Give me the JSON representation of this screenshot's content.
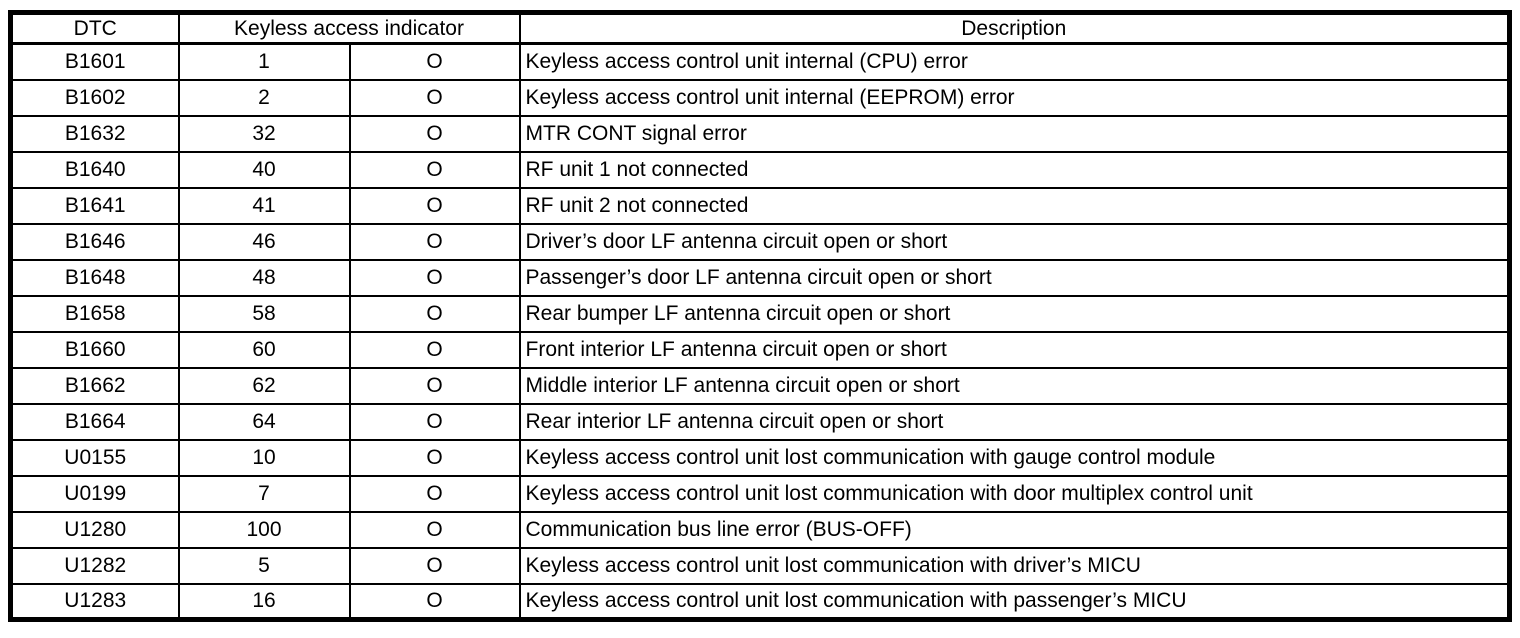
{
  "table": {
    "headers": {
      "dtc": "DTC",
      "indicator": "Keyless access indicator",
      "description": "Description"
    },
    "rows": [
      {
        "dtc": "B1601",
        "indicator": "1",
        "mark": "O",
        "description": "Keyless access control unit internal (CPU) error"
      },
      {
        "dtc": "B1602",
        "indicator": "2",
        "mark": "O",
        "description": "Keyless access control unit internal (EEPROM) error"
      },
      {
        "dtc": "B1632",
        "indicator": "32",
        "mark": "O",
        "description": "MTR CONT signal error"
      },
      {
        "dtc": "B1640",
        "indicator": "40",
        "mark": "O",
        "description": "RF unit 1 not connected"
      },
      {
        "dtc": "B1641",
        "indicator": "41",
        "mark": "O",
        "description": "RF unit 2 not connected"
      },
      {
        "dtc": "B1646",
        "indicator": "46",
        "mark": "O",
        "description": "Driver’s door LF antenna circuit open or short"
      },
      {
        "dtc": "B1648",
        "indicator": "48",
        "mark": "O",
        "description": "Passenger’s door LF antenna circuit open or short"
      },
      {
        "dtc": "B1658",
        "indicator": "58",
        "mark": "O",
        "description": "Rear bumper LF antenna circuit open or short"
      },
      {
        "dtc": "B1660",
        "indicator": "60",
        "mark": "O",
        "description": "Front interior LF antenna circuit open or short"
      },
      {
        "dtc": "B1662",
        "indicator": "62",
        "mark": "O",
        "description": "Middle interior LF antenna circuit open or short"
      },
      {
        "dtc": "B1664",
        "indicator": "64",
        "mark": "O",
        "description": "Rear interior LF antenna circuit open or short"
      },
      {
        "dtc": "U0155",
        "indicator": "10",
        "mark": "O",
        "description": "Keyless access control unit lost communication with gauge control module"
      },
      {
        "dtc": "U0199",
        "indicator": "7",
        "mark": "O",
        "description": "Keyless access control unit lost communication with door multiplex control unit"
      },
      {
        "dtc": "U1280",
        "indicator": "100",
        "mark": "O",
        "description": "Communication bus line error (BUS-OFF)"
      },
      {
        "dtc": "U1282",
        "indicator": "5",
        "mark": "O",
        "description": "Keyless access control unit lost communication with driver’s MICU"
      },
      {
        "dtc": "U1283",
        "indicator": "16",
        "mark": "O",
        "description": "Keyless access control unit lost communication with passenger’s MICU"
      }
    ]
  }
}
